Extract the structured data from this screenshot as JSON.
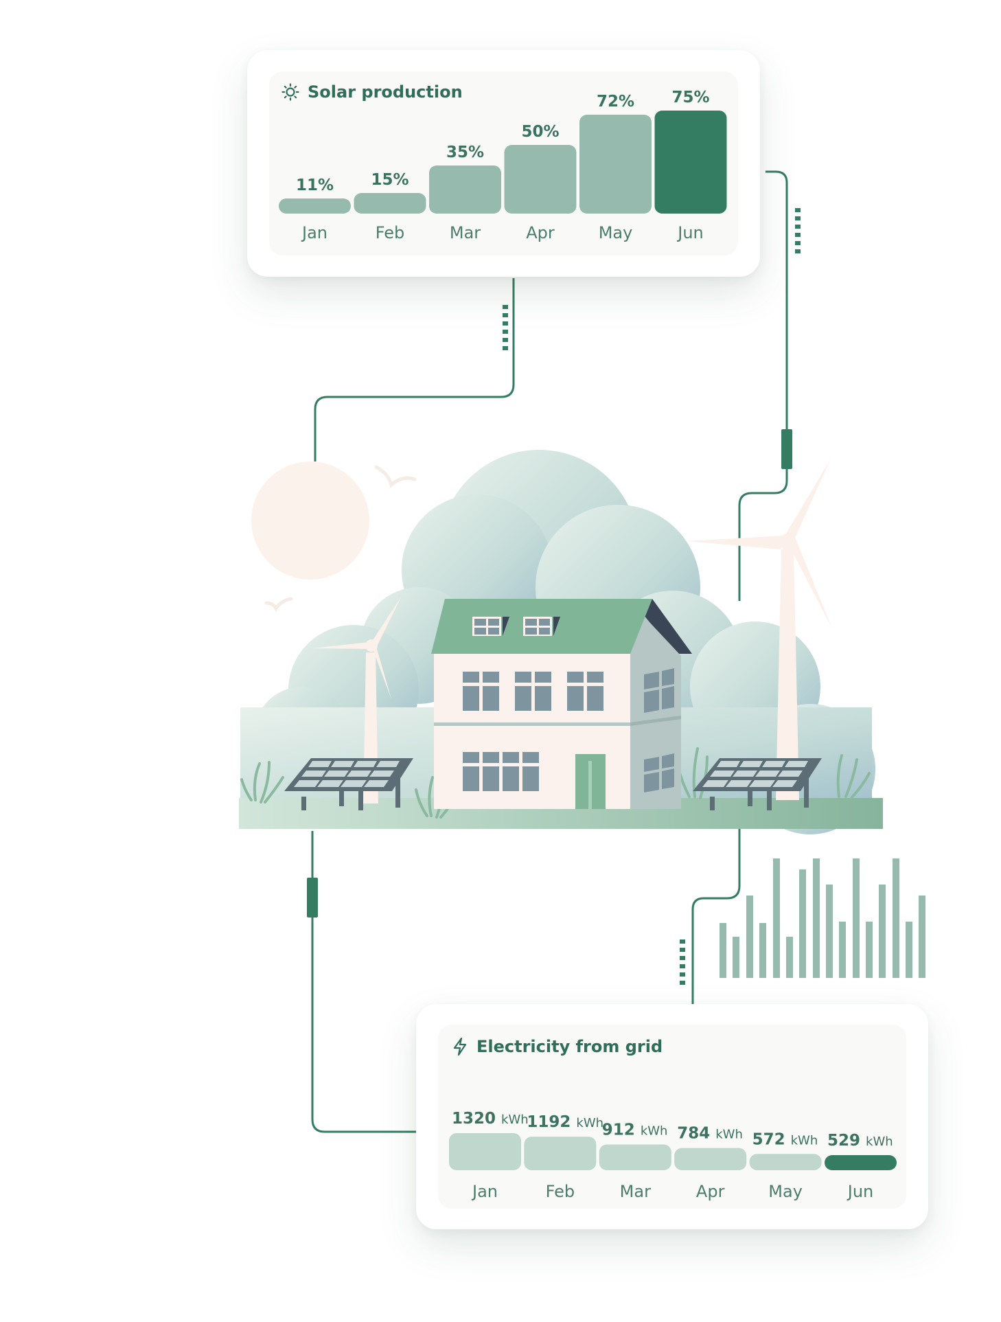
{
  "solar_card": {
    "title": "Solar production",
    "icon": "sun-icon"
  },
  "grid_card": {
    "title": "Electricity from grid",
    "icon": "lightning-icon"
  },
  "colors": {
    "accent": "#357d62",
    "bar_light": "#96bbae",
    "bar_pale": "#bfd7cd",
    "text": "#2f6f59"
  },
  "chart_data": [
    {
      "type": "bar",
      "title": "Solar production",
      "categories": [
        "Jan",
        "Feb",
        "Mar",
        "Apr",
        "May",
        "Jun"
      ],
      "values": [
        11,
        15,
        35,
        50,
        72,
        75
      ],
      "labels": [
        "11%",
        "15%",
        "35%",
        "50%",
        "72%",
        "75%"
      ],
      "highlight_index": 5,
      "ylim": [
        0,
        75
      ]
    },
    {
      "type": "bar",
      "title": "Electricity from grid",
      "categories": [
        "Jan",
        "Feb",
        "Mar",
        "Apr",
        "May",
        "Jun"
      ],
      "values": [
        1320,
        1192,
        912,
        784,
        572,
        529
      ],
      "labels": [
        "1320",
        "1192",
        "912",
        "784",
        "572",
        "529"
      ],
      "unit": "kWh",
      "highlight_index": 5,
      "ylim": [
        0,
        1320
      ]
    }
  ]
}
